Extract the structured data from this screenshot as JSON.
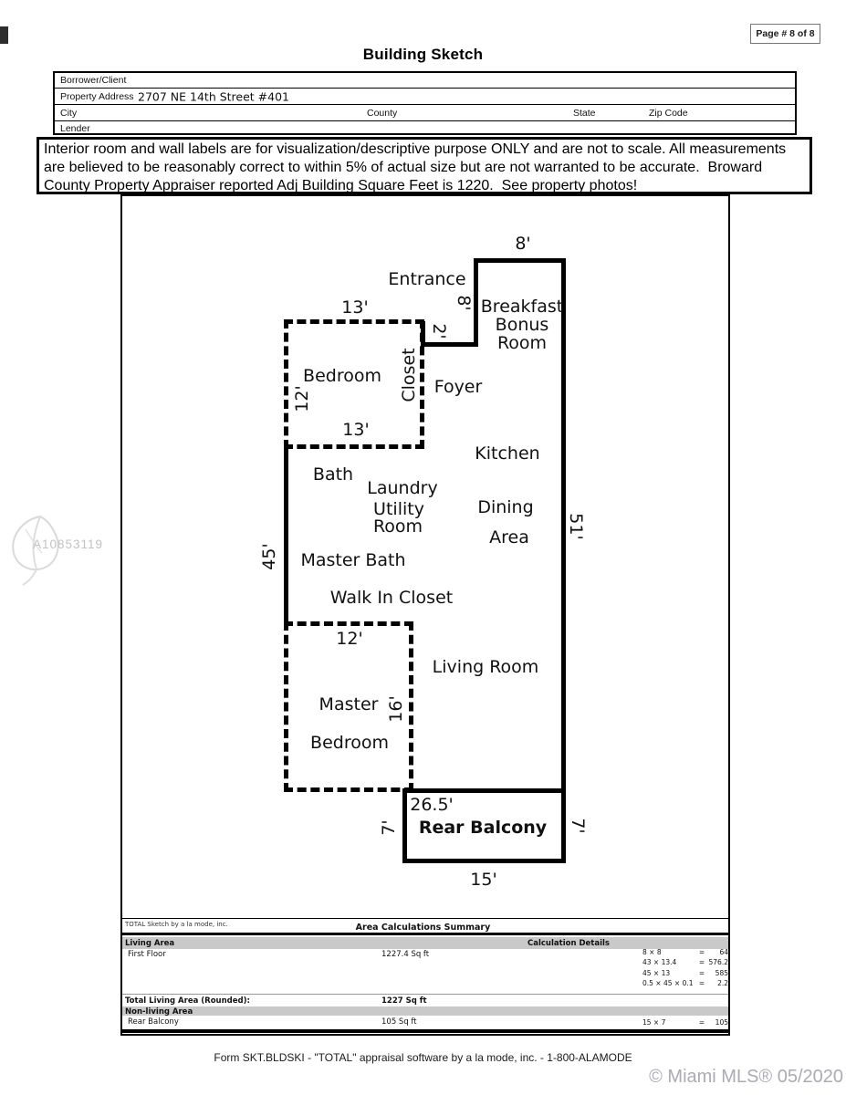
{
  "page": {
    "badge": "Page # 8 of 8",
    "title": "Building Sketch",
    "footer": "Form SKT.BLDSKI - \"TOTAL\" appraisal software by a la mode, inc. - 1-800-ALAMODE",
    "watermark_mls": "© Miami MLS® 05/2020",
    "watermark_id": "A10853119"
  },
  "form": {
    "borrower_label": "Borrower/Client",
    "property_label": "Property Address",
    "property_value": "2707 NE 14th Street #401",
    "city_label": "City",
    "county_label": "County",
    "state_label": "State",
    "zip_label": "Zip Code",
    "lender_label": "Lender"
  },
  "disclaimer": {
    "text": "Interior room and wall labels are for visualization/descriptive purpose ONLY and are not to scale. All measurements are believed to be reasonably correct to within 5% of actual size but are not warranted to be accurate.  Broward County Property Appraiser reported Adj Building Square Feet is 1220.  See property photos!"
  },
  "sketch": {
    "labels": {
      "dim_top_8": "8'",
      "entrance": "Entrance",
      "breakfast_bonus_room": "Breakfast Bonus Room",
      "dim_entrance_8": "8'",
      "dim_step_2": "2'",
      "dim_bedroom_top_13": "13'",
      "bedroom": "Bedroom",
      "dim_bedroom_left_12": "12'",
      "closet": "Closet",
      "dim_bedroom_bottom_13": "13'",
      "foyer": "Foyer",
      "kitchen": "Kitchen",
      "bath": "Bath",
      "laundry": "Laundry",
      "utility": "Utility",
      "utility_room": "Room",
      "dining": "Dining",
      "dining_area": "Area",
      "dim_right_51": "51'",
      "dim_left_45": "45'",
      "master_bath": "Master Bath",
      "walk_in_closet": "Walk In Closet",
      "dim_master_top_12": "12'",
      "master": "Master",
      "master_bedroom": "Bedroom",
      "dim_master_right_16": "16'",
      "living_room": "Living Room",
      "dim_balcony_26_5": "26.5'",
      "rear_balcony": "Rear Balcony",
      "dim_balcony_left_7": "7'",
      "dim_balcony_right_7": "7'",
      "dim_balcony_bottom_15": "15'"
    }
  },
  "summary": {
    "brand": "TOTAL Sketch by a la mode, inc.",
    "title": "Area Calculations Summary",
    "living_area_header": "Living Area",
    "calc_details_header": "Calculation Details",
    "first_floor_label": "First Floor",
    "first_floor_area": "1227.4 Sq ft",
    "calc_living": [
      {
        "expr": "8 × 8",
        "eq": "=",
        "val": "64"
      },
      {
        "expr": "43 × 13.4",
        "eq": "=",
        "val": "576.2"
      },
      {
        "expr": "45 × 13",
        "eq": "=",
        "val": "585"
      },
      {
        "expr": "0.5 × 45 × 0.1",
        "eq": "=",
        "val": "2.2"
      }
    ],
    "total_label": "Total Living Area (Rounded):",
    "total_value": "1227 Sq ft",
    "nonliving_header": "Non-living Area",
    "rear_balcony_label": "Rear Balcony",
    "rear_balcony_area": "105 Sq ft",
    "calc_nonliving": [
      {
        "expr": "15 × 7",
        "eq": "=",
        "val": "105"
      }
    ]
  },
  "colors": {
    "wall": "#000000",
    "table_gray_bar": "#c9c9c9",
    "watermark_gray": "#aaabb4"
  }
}
